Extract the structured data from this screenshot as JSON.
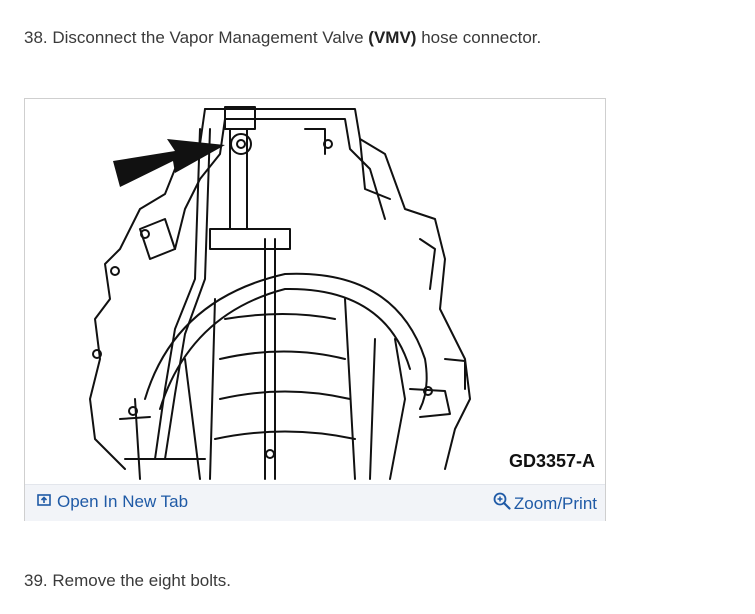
{
  "step38": {
    "prefix": "38. Disconnect the Vapor Management Valve ",
    "bold": "(VMV)",
    "suffix": " hose connector."
  },
  "figure": {
    "code": "GD3357-A",
    "open_new_tab_label": "Open In New Tab",
    "zoom_print_label": "Zoom/Print",
    "icons": {
      "open_tab": "open-in-new-tab-icon",
      "zoom": "zoom-magnifier-icon"
    },
    "link_color": "#1f5aa6"
  },
  "step39": {
    "text": "39. Remove the eight bolts."
  }
}
